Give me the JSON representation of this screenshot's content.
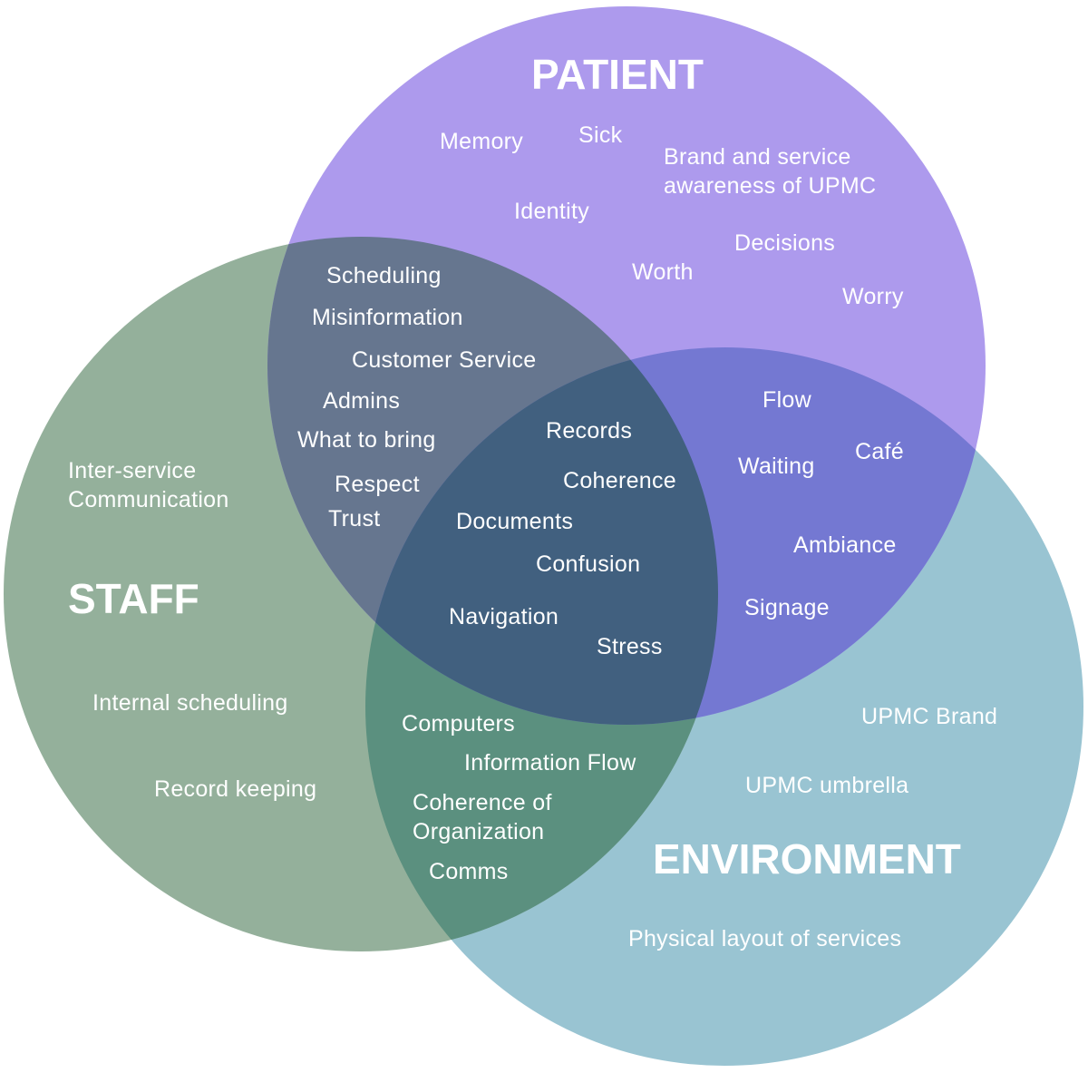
{
  "colors": {
    "patient": "#ad9aed",
    "staff": "#94b09b",
    "environment": "#99c4d2",
    "patient_staff": "#66768f",
    "patient_environment": "#7478d2",
    "staff_environment": "#5b907f",
    "center": "#41607f"
  },
  "sets": {
    "patient": "PATIENT",
    "staff": "STAFF",
    "environment": "ENVIRONMENT"
  },
  "regions": {
    "patient": {
      "memory": "Memory",
      "sick": "Sick",
      "brand_awareness_1": "Brand and service",
      "brand_awareness_2": "awareness of UPMC",
      "identity": "Identity",
      "decisions": "Decisions",
      "worth": "Worth",
      "worry": "Worry"
    },
    "patient_staff": {
      "scheduling": "Scheduling",
      "misinformation": "Misinformation",
      "customer_service": "Customer Service",
      "admins": "Admins",
      "what_to_bring": "What to bring",
      "respect": "Respect",
      "trust": "Trust"
    },
    "patient_environment": {
      "flow": "Flow",
      "waiting": "Waiting",
      "cafe": "Café",
      "ambiance": "Ambiance",
      "signage": "Signage"
    },
    "center": {
      "records": "Records",
      "coherence": "Coherence",
      "documents": "Documents",
      "confusion": "Confusion",
      "navigation": "Navigation",
      "stress": "Stress"
    },
    "staff": {
      "inter_service_1": "Inter-service",
      "inter_service_2": "Communication",
      "internal_scheduling": "Internal scheduling",
      "record_keeping": "Record keeping"
    },
    "staff_environment": {
      "computers": "Computers",
      "information_flow": "Information Flow",
      "coherence_org_1": "Coherence of",
      "coherence_org_2": "Organization",
      "comms": "Comms"
    },
    "environment": {
      "upmc_brand": "UPMC Brand",
      "upmc_umbrella": "UPMC umbrella",
      "physical_layout": "Physical layout of services"
    }
  }
}
